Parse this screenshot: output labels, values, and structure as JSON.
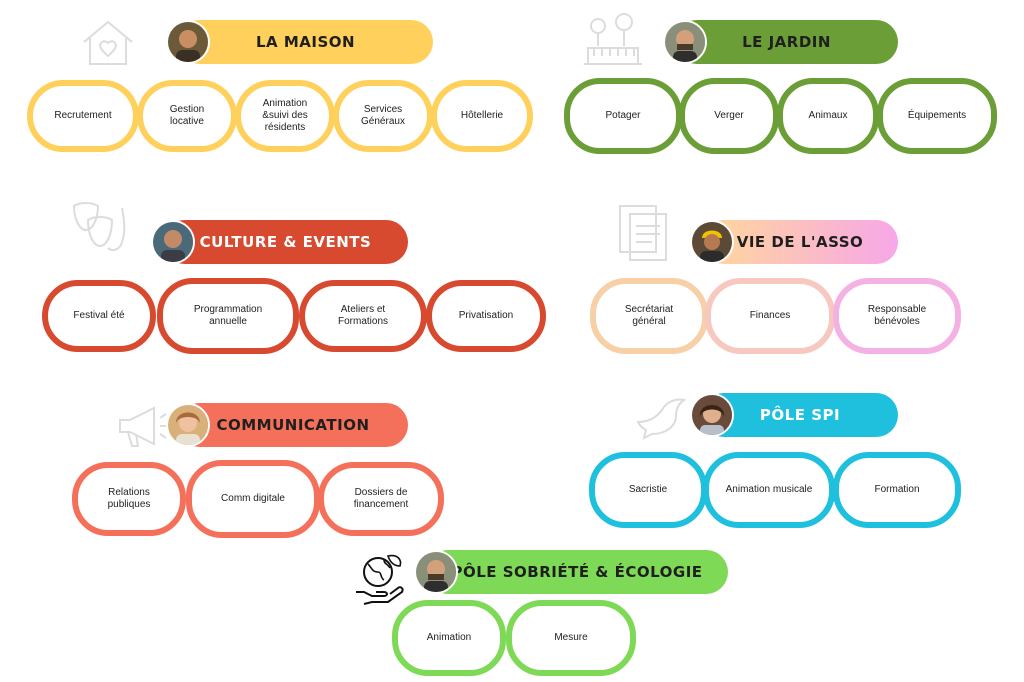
{
  "groups": {
    "maison": {
      "title": "La Maison",
      "color": "#ffd15c",
      "icon": "house-heart-icon",
      "items": [
        "Recrutement",
        "Gestion\nlocative",
        "Animation\n&suivi des\nrésidents",
        "Services\nGénéraux",
        "Hôtellerie"
      ]
    },
    "jardin": {
      "title": "Le Jardin",
      "color": "#6b9e36",
      "icon": "garden-icon",
      "items": [
        "Potager",
        "Verger",
        "Animaux",
        "Équipements"
      ]
    },
    "culture": {
      "title": "Culture & Events",
      "color": "#d84a2f",
      "icon": "theater-masks-saxophone-icon",
      "items": [
        "Festival été",
        "Programmation\nannuelle",
        "Ateliers et\nFormations",
        "Privatisation"
      ]
    },
    "asso": {
      "title": "Vie de l'asso",
      "color": "#ffd89a",
      "color2": "#f7a7e8",
      "icon": "documents-icon",
      "items": [
        "Secrétariat\ngénéral",
        "Finances",
        "Responsable\nbénévoles"
      ]
    },
    "communication": {
      "title": "Communication",
      "color": "#f4705a",
      "icon": "megaphone-icon",
      "items": [
        "Relations\npubliques",
        "Comm digitale",
        "Dossiers de\nfinancement"
      ]
    },
    "spi": {
      "title": "Pôle SPI",
      "color": "#1fbfde",
      "icon": "dove-icon",
      "items": [
        "Sacristie",
        "Animation musicale",
        "Formation"
      ]
    },
    "ecologie": {
      "title": "Pôle Sobriété & Écologie",
      "color": "#7ed957",
      "icon": "earth-hand-icon",
      "items": [
        "Animation",
        "Mesure"
      ]
    }
  }
}
